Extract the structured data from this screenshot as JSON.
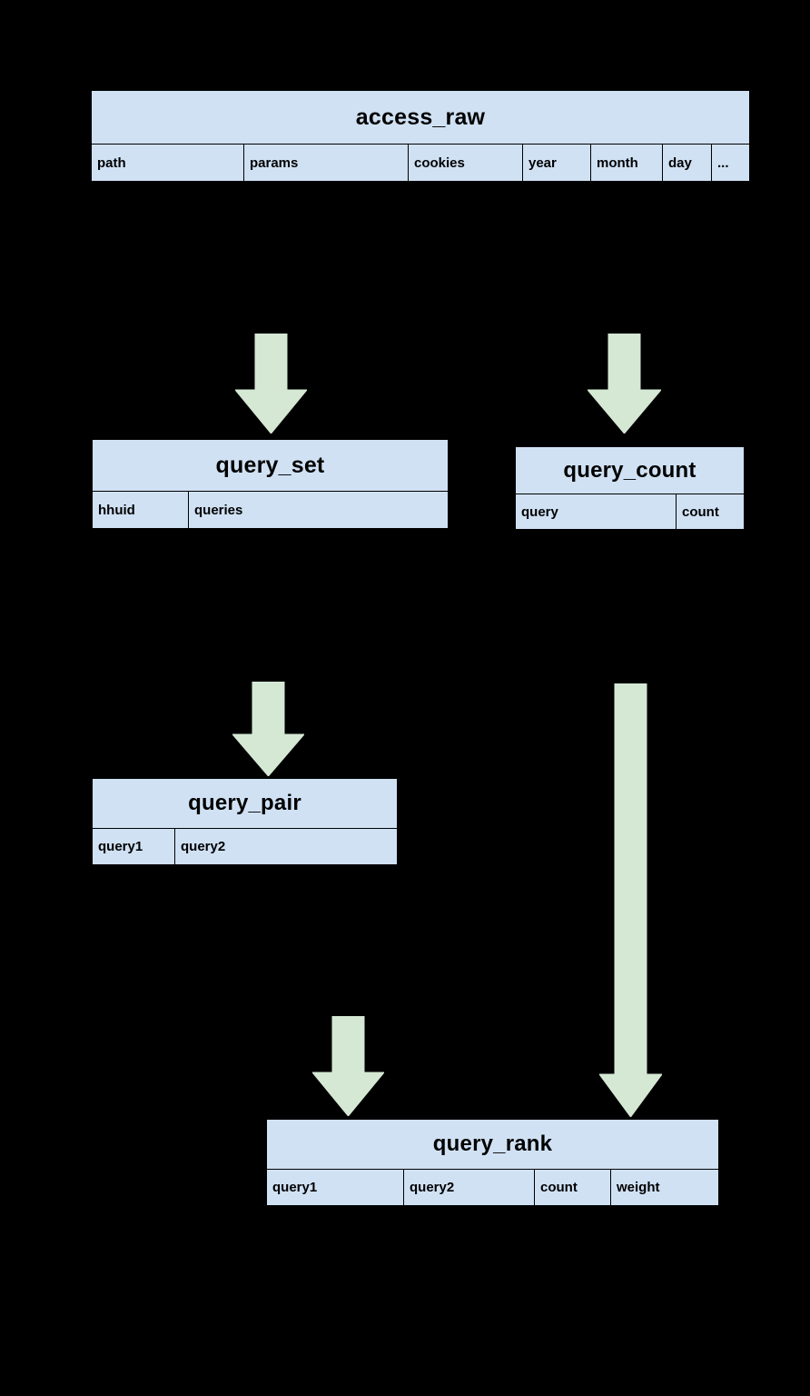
{
  "diagram": {
    "type": "data-pipeline-er-diagram",
    "background_color": "#000000",
    "entity_fill_color": "#d0e1f4",
    "entity_border_color": "#000000",
    "arrow_color": "#d5e8d4",
    "arrow_border_color": "#82b366",
    "entities": [
      {
        "id": "access_raw",
        "title": "access_raw",
        "columns": [
          "path",
          "params",
          "cookies",
          "year",
          "month",
          "day",
          "..."
        ]
      },
      {
        "id": "query_set",
        "title": "query_set",
        "columns": [
          "hhuid",
          "queries"
        ]
      },
      {
        "id": "query_count",
        "title": "query_count",
        "columns": [
          "query",
          "count"
        ]
      },
      {
        "id": "query_pair",
        "title": "query_pair",
        "columns": [
          "query1",
          "query2"
        ]
      },
      {
        "id": "query_rank",
        "title": "query_rank",
        "columns": [
          "query1",
          "query2",
          "count",
          "weight"
        ]
      }
    ],
    "arrows": [
      {
        "id": "raw-to-set",
        "from": "access_raw",
        "to": "query_set",
        "direction": "down"
      },
      {
        "id": "raw-to-count",
        "from": "access_raw",
        "to": "query_count",
        "direction": "down"
      },
      {
        "id": "set-to-pair",
        "from": "query_set",
        "to": "query_pair",
        "direction": "down"
      },
      {
        "id": "count-to-rank",
        "from": "query_count",
        "to": "query_rank",
        "direction": "down"
      },
      {
        "id": "pair-to-rank",
        "from": "query_pair",
        "to": "query_rank",
        "direction": "down"
      }
    ]
  }
}
